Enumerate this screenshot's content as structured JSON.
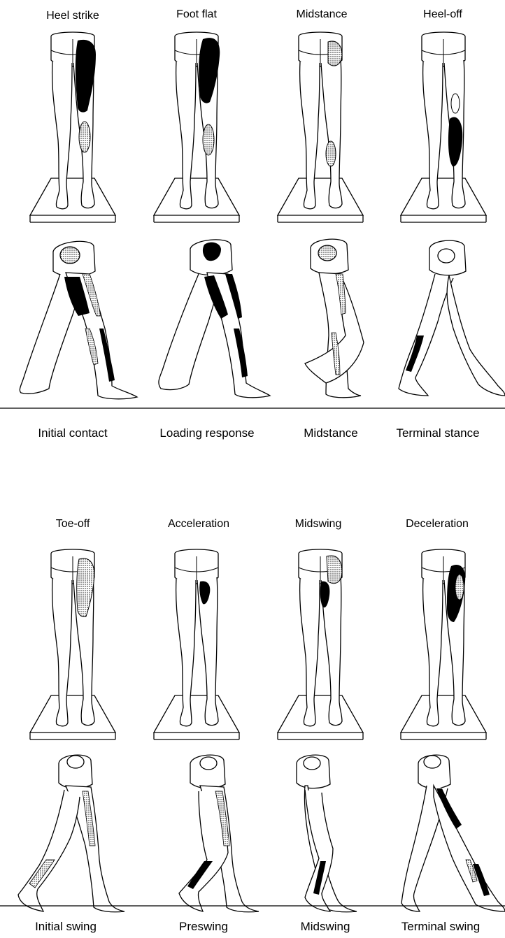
{
  "stance": {
    "traditional_labels": [
      "Heel strike",
      "Foot flat",
      "Midstance",
      "Heel-off"
    ],
    "rancho_labels": [
      "Initial contact",
      "Loading response",
      "Midstance",
      "Terminal stance"
    ]
  },
  "swing": {
    "traditional_labels": [
      "Toe-off",
      "Acceleration",
      "Midswing",
      "Deceleration"
    ],
    "rancho_labels": [
      "Initial swing",
      "Preswing",
      "Midswing",
      "Terminal swing"
    ]
  },
  "colors": {
    "ink": "#000000",
    "background": "#ffffff",
    "shaded": "#b8b8b8"
  }
}
